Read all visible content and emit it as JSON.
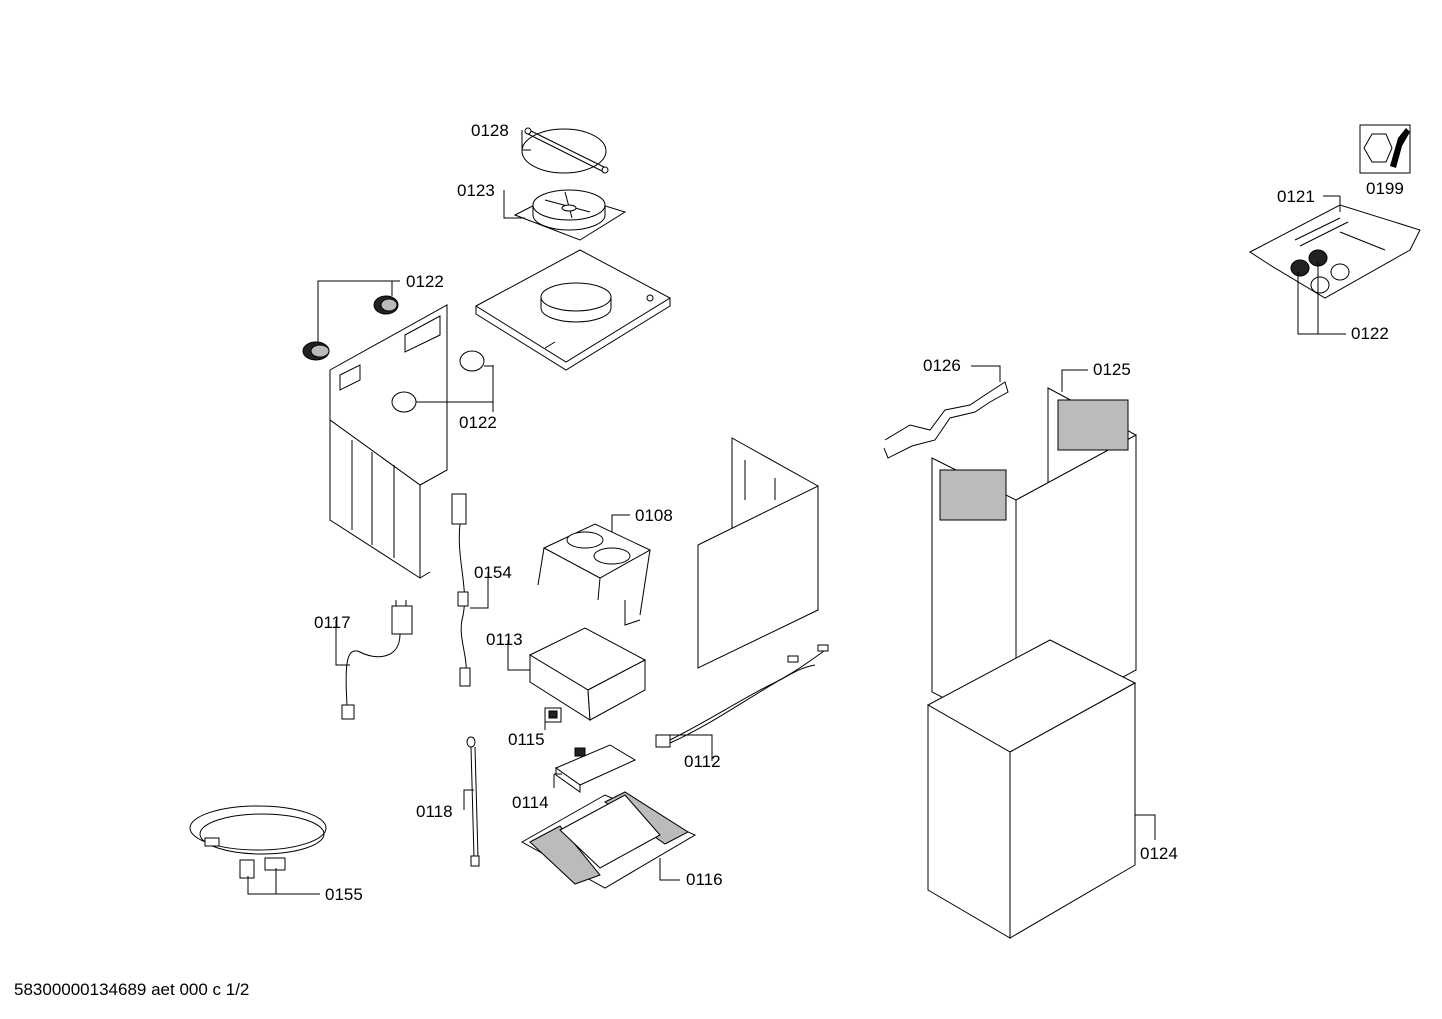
{
  "labels": {
    "p0128": "0128",
    "p0123": "0123",
    "p0122a": "0122",
    "p0122b": "0122",
    "p0122c": "0122",
    "p0121": "0121",
    "p0199": "0199",
    "p0126": "0126",
    "p0125": "0125",
    "p0108": "0108",
    "p0154": "0154",
    "p0117": "0117",
    "p0113": "0113",
    "p0115": "0115",
    "p0112": "0112",
    "p0114": "0114",
    "p0118": "0118",
    "p0116": "0116",
    "p0155": "0155",
    "p0124": "0124"
  },
  "footer": "58300000134689 aet 000 c 1/2"
}
